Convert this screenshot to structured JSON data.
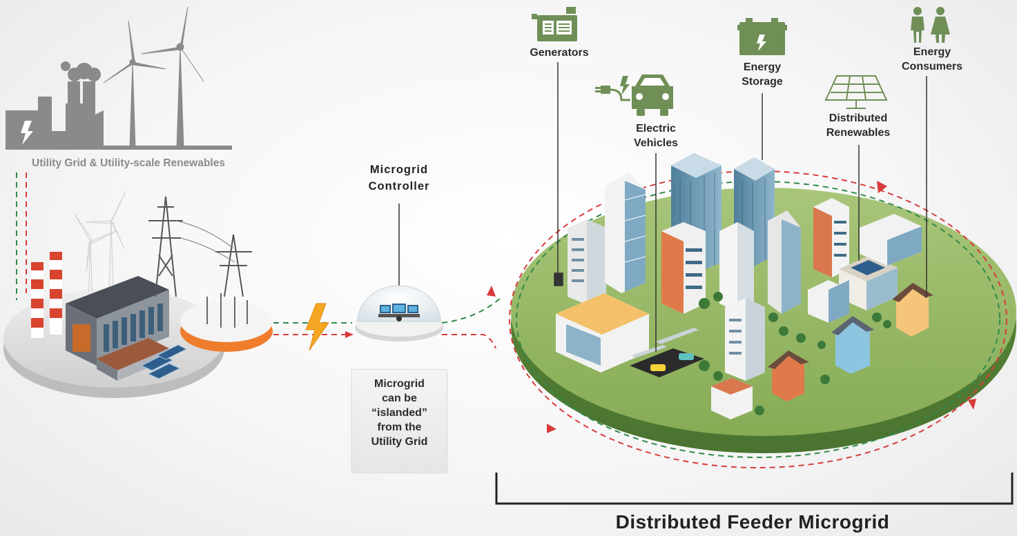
{
  "labels": {
    "utility": "Utility Grid & Utility-scale Renewables",
    "controller": [
      "Microgrid",
      "Controller"
    ],
    "island_note": [
      "Microgrid",
      "can be",
      "“islanded”",
      "from the",
      "Utility Grid"
    ],
    "generators": "Generators",
    "electric_vehicles": [
      "Electric",
      "Vehicles"
    ],
    "energy_storage": [
      "Energy",
      "Storage"
    ],
    "distributed_renewables": [
      "Distributed",
      "Renewables"
    ],
    "energy_consumers": [
      "Energy",
      "Consumers"
    ],
    "feeder": "Distributed Feeder Microgrid"
  },
  "icons": {
    "generators": "generator-icon",
    "electric_vehicles": "ev-charging-icon",
    "energy_storage": "battery-icon",
    "distributed_renewables": "solar-panel-icon",
    "energy_consumers": "people-icon",
    "utility": "power-plant-icon",
    "bolt": "lightning-bolt-icon"
  },
  "colors": {
    "green_flow": "#2f8a4a",
    "red_flow": "#d93a3a",
    "icon_green": "#6f8f56",
    "utility_grey": "#8a8a8a",
    "island_green": "#8fb35e",
    "bolt_orange": "#f5a623",
    "substation_orange": "#ef7d2c"
  }
}
